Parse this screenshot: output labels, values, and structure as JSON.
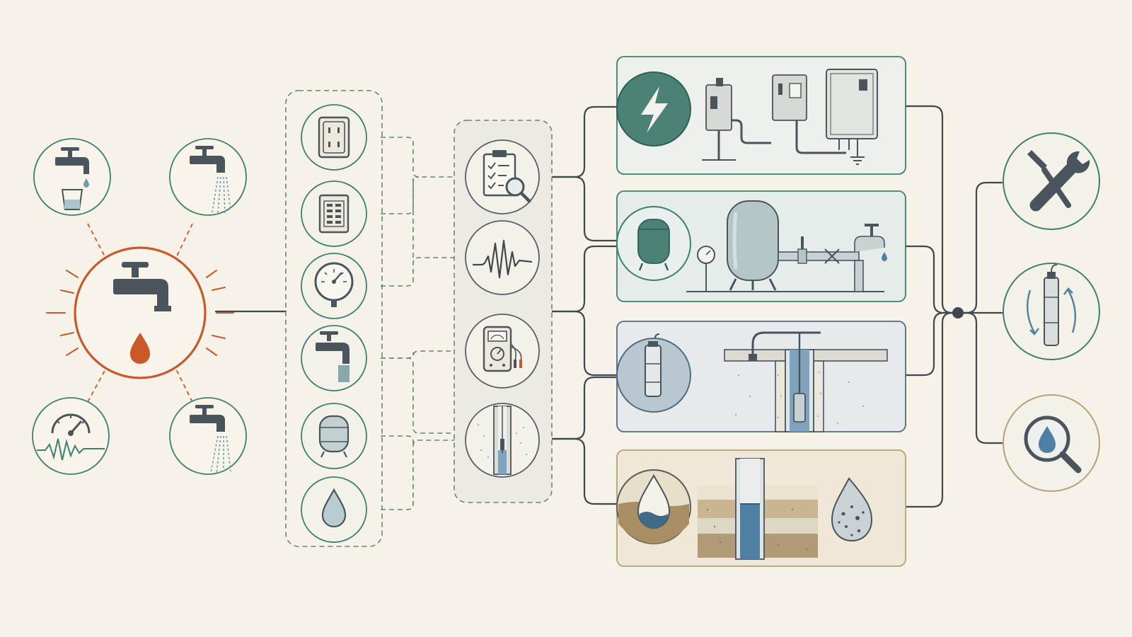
{
  "colors": {
    "background": "#f6f2e8",
    "ink": "#3f4850",
    "teal": "#3e7f72",
    "slate": "#53606a",
    "orange": "#c9582b",
    "dash": "#5f8680",
    "power_panel": "#eef0eb",
    "tank_panel": "#e5ecea",
    "well_panel": "#e6eaec",
    "aquifer_panel": "#efe8d8",
    "aquifer_border": "#b5a179",
    "water": "#4f7fa3"
  },
  "symptoms": {
    "central": "dripping-faucet-icon",
    "items": [
      "faucet-cup-icon",
      "faucet-spray-icon",
      "pressure-gauge-wave-icon",
      "faucet-spray-icon"
    ]
  },
  "checks": [
    "outlet-icon",
    "breaker-panel-icon",
    "pressure-gauge-icon",
    "faucet-icon",
    "pressure-tank-icon",
    "water-drop-icon"
  ],
  "diagnostics": [
    "clipboard-inspect-icon",
    "waveform-icon",
    "multimeter-icon",
    "well-cross-section-icon"
  ],
  "systems": [
    {
      "id": "power",
      "icon": "lightning-icon"
    },
    {
      "id": "tank",
      "icon": "pressure-tank-icon"
    },
    {
      "id": "pump",
      "icon": "submersible-pump-icon"
    },
    {
      "id": "aquifer",
      "icon": "groundwater-drop-icon"
    }
  ],
  "outcomes": [
    "wrench-screwdriver-icon",
    "pump-replace-icon",
    "water-test-icon"
  ]
}
